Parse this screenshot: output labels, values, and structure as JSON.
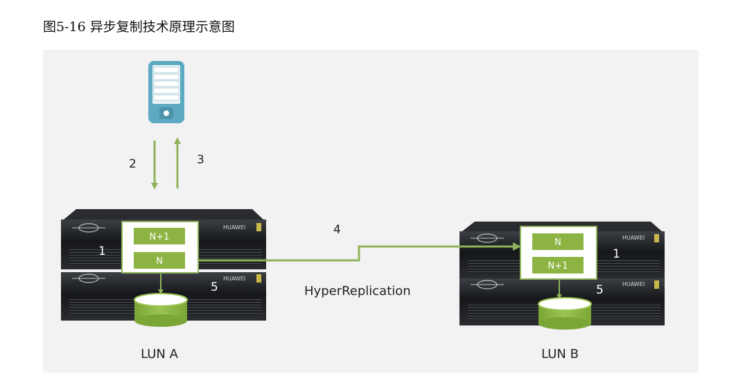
{
  "figure": {
    "caption": "图5-16 异步复制技术原理示意图"
  },
  "steps": {
    "s1a": "1",
    "s1b": "1",
    "s2": "2",
    "s3": "3",
    "s4": "4",
    "s5a": "5",
    "s5b": "5"
  },
  "array_a": {
    "slot_top": "N+1",
    "slot_bottom": "N",
    "brand": "HUAWEI",
    "lun": "LUN A"
  },
  "array_b": {
    "slot_top": "N",
    "slot_bottom": "N+1",
    "brand": "HUAWEI",
    "lun": "LUN B"
  },
  "link": {
    "label": "HyperReplication"
  },
  "colors": {
    "arrow": "#8fb35a",
    "cache_fill": "#8db443",
    "disk": "#8cb443",
    "host": "#5ea9c2",
    "panel": "#f2f2f2"
  }
}
